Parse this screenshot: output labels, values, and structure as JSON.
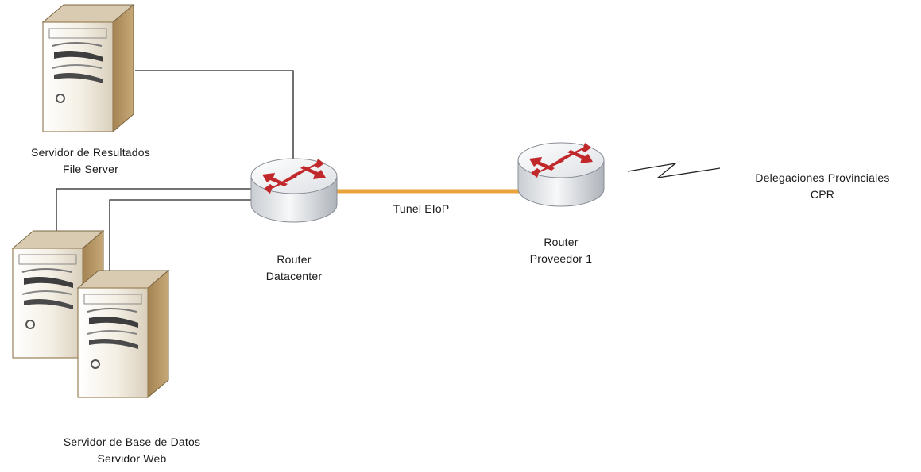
{
  "nodes": {
    "file_server": {
      "line1": "Servidor de Resultados",
      "line2": "File Server"
    },
    "db_web_server": {
      "line1": "Servidor de Base de Datos",
      "line2": "Servidor Web"
    },
    "router_datacenter": {
      "line1": "Router",
      "line2": "Datacenter"
    },
    "router_proveedor": {
      "line1": "Router",
      "line2": "Proveedor 1"
    },
    "delegaciones": {
      "line1": "Delegaciones Provinciales",
      "line2": "CPR"
    }
  },
  "links": {
    "tunnel_label": "Tunel EIoP"
  },
  "colors": {
    "tunnel": "#E8A33C",
    "line": "#222222",
    "router_arrow": "#C0282B",
    "server_body": "#F3EEE3"
  }
}
